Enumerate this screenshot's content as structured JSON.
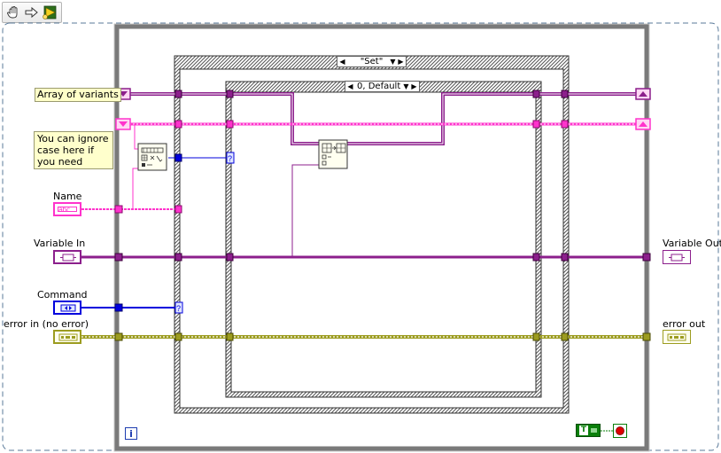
{
  "toolbar": {
    "tools": [
      {
        "icon": "hand-operate-icon"
      },
      {
        "icon": "arrow-right-icon"
      },
      {
        "icon": "highlight-execution-icon"
      }
    ]
  },
  "outer_selector": {
    "value": "\"Set\""
  },
  "inner_selector": {
    "value": "0, Default"
  },
  "comment": {
    "text": "You can ignore case here if you need"
  },
  "controls": {
    "array_of_variants": {
      "label": "Array of variants"
    },
    "name": {
      "label": "Name",
      "type_text": "abc"
    },
    "variable_in": {
      "label": "Variable In"
    },
    "command": {
      "label": "Command"
    },
    "error_in": {
      "label": "error in (no error)"
    }
  },
  "indicators": {
    "variable_out": {
      "label": "Variable Out"
    },
    "error_out": {
      "label": "error out"
    }
  },
  "loop": {
    "iteration_terminal": "i",
    "true_constant": "T"
  },
  "colors": {
    "variant_wire": "#8c1f8c",
    "string_wire": "#ff33cc",
    "enum_wire": "#0000dd",
    "error_wire": "#9c9c20",
    "loop_frame": "#7a7a7a",
    "dashed_frame": "#5a7a9a",
    "stop_red": "#dd0000"
  }
}
